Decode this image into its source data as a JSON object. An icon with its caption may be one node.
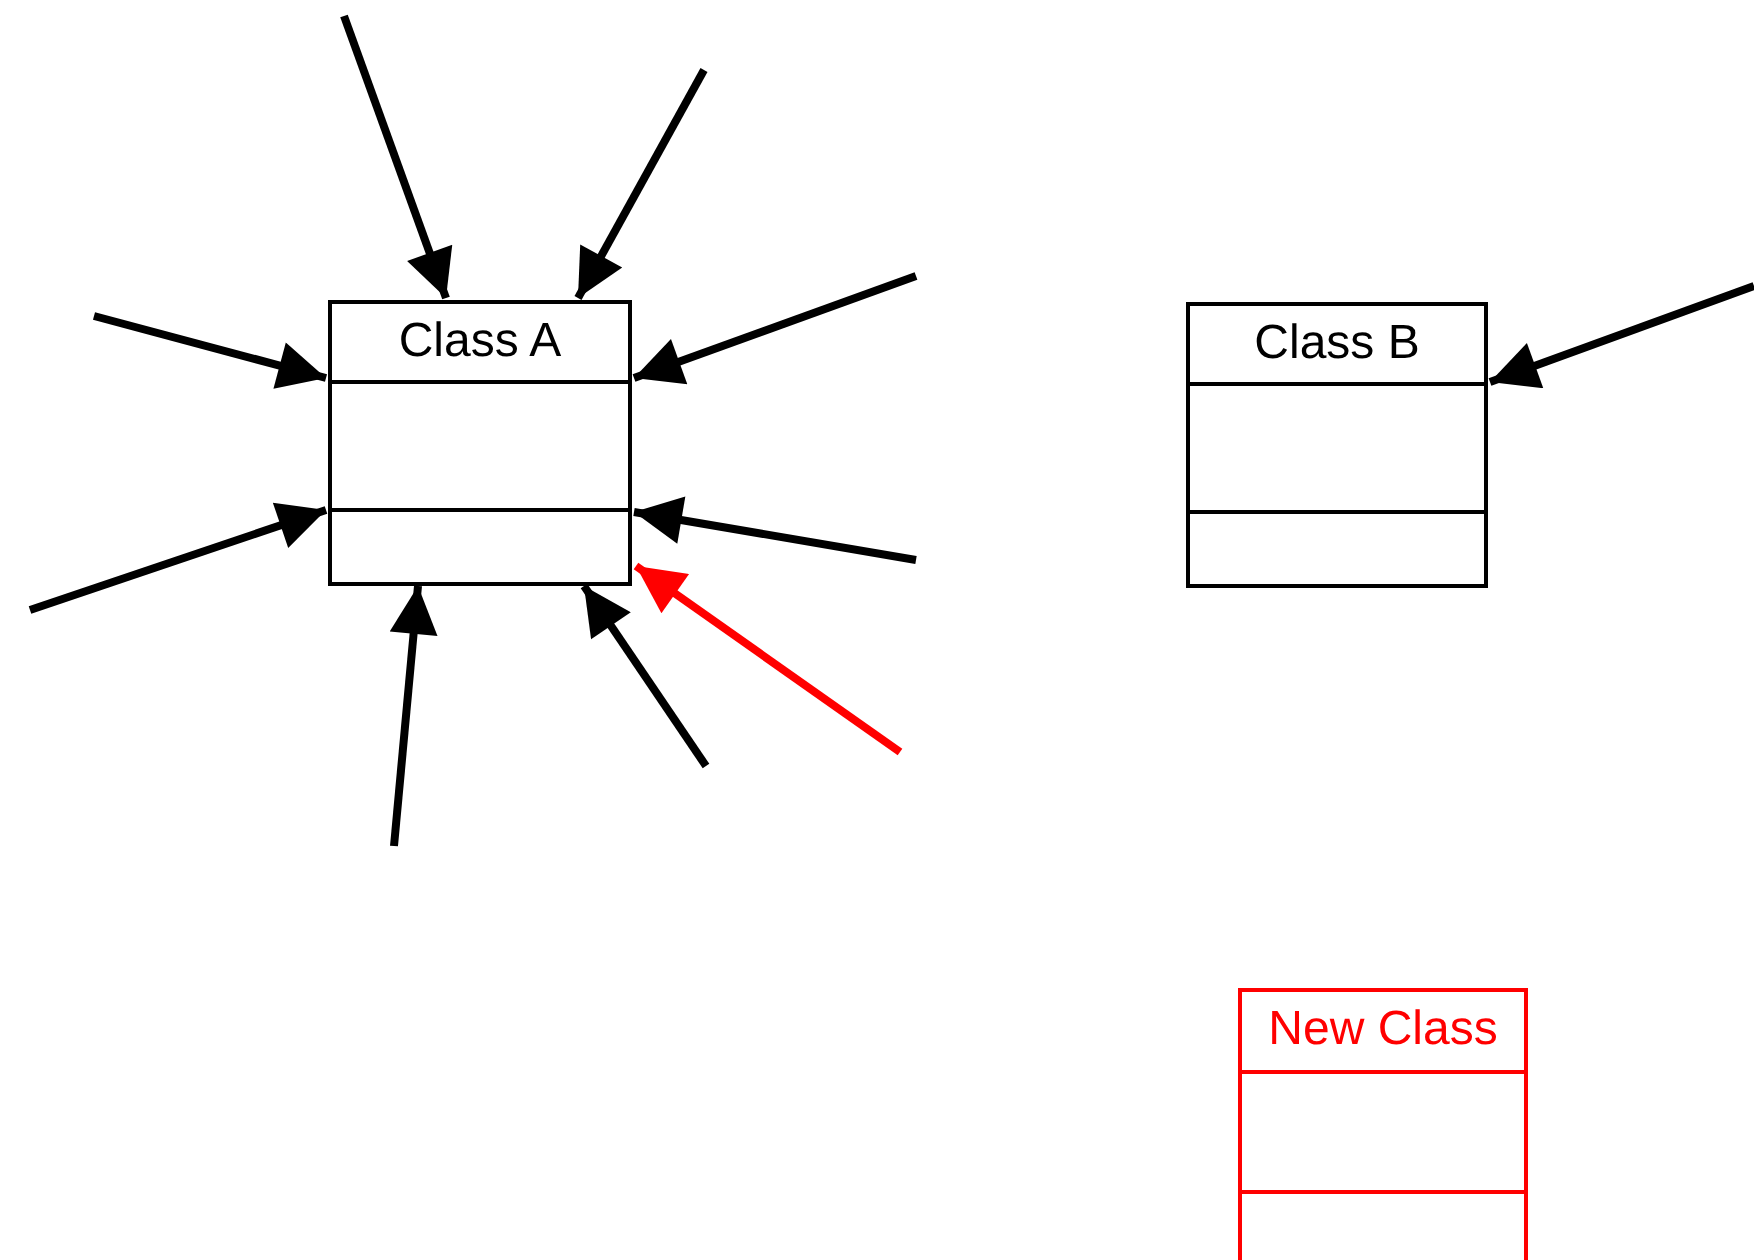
{
  "diagram": {
    "nodes": [
      {
        "text": [
          "Class A"
        ]
      },
      {
        "text": [
          "Class B"
        ]
      },
      {
        "text": [
          "New Class"
        ]
      }
    ],
    "edges": [
      {
        "from": null,
        "to": 0,
        "arrow": "to"
      },
      {
        "from": null,
        "to": 0,
        "arrow": "to"
      },
      {
        "from": null,
        "to": 0,
        "arrow": "to"
      },
      {
        "from": null,
        "to": 0,
        "arrow": "to"
      },
      {
        "from": null,
        "to": 0,
        "arrow": "to"
      },
      {
        "from": null,
        "to": 0,
        "arrow": "to"
      },
      {
        "from": null,
        "to": 0,
        "arrow": "to"
      },
      {
        "from": null,
        "to": 0,
        "arrow": "to"
      },
      {
        "from": null,
        "to": 0,
        "arrow": "to",
        "color": "#ff0000"
      },
      {
        "from": null,
        "to": 1,
        "arrow": "to"
      }
    ]
  }
}
